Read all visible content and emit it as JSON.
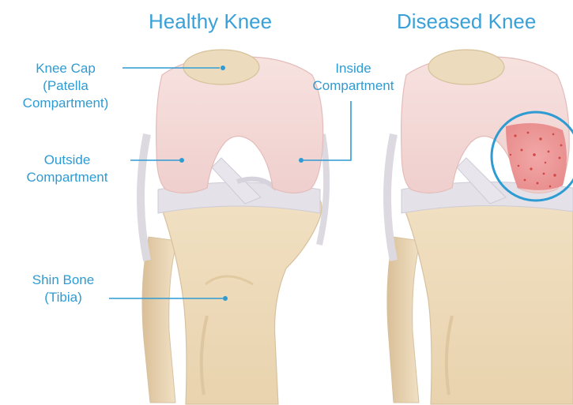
{
  "titles": {
    "healthy": "Healthy Knee",
    "diseased": "Diseased Knee"
  },
  "labels": {
    "knee_cap": {
      "line1": "Knee Cap",
      "line2": "(Patella",
      "line3": "Compartment)"
    },
    "inside": {
      "line1": "Inside",
      "line2": "Compartment"
    },
    "outside": {
      "line1": "Outside",
      "line2": "Compartment"
    },
    "shin": {
      "line1": "Shin Bone",
      "line2": "(Tibia)"
    }
  },
  "colors": {
    "accent": "#2f9bd3",
    "bone_femur": "#f4d6d4",
    "bone_tibia": "#ecd9b8",
    "cartilage": "#e6e3ea",
    "damage": "#e05a5a"
  }
}
